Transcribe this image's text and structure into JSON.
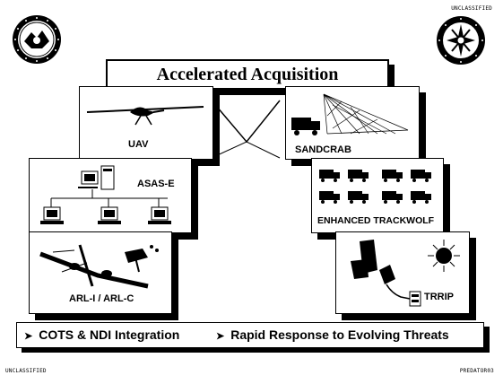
{
  "header": {
    "classification_top": "UNCLASSIFIED"
  },
  "title": "Accelerated Acquisition",
  "panels": {
    "uav": "UAV",
    "sandcrab": "SANDCRAB",
    "asas": "ASAS-E",
    "trackwolf": "ENHANCED TRACKWOLF",
    "arl": "ARL-I / ARL-C",
    "trrip": "TRRIP"
  },
  "bullets": [
    "COTS & NDI Integration",
    "Rapid Response to Evolving Threats"
  ],
  "footer": {
    "classification_bottom": "UNCLASSIFIED",
    "slide_id": "PREDATOR03"
  }
}
